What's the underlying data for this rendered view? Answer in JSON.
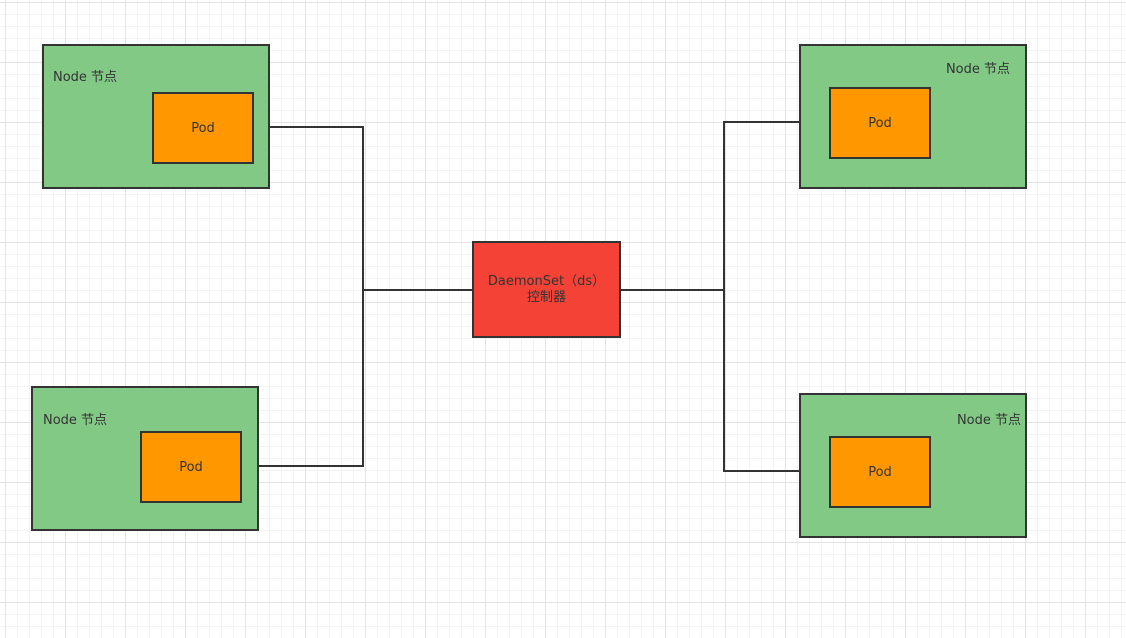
{
  "diagram": {
    "controller": {
      "line1": "DaemonSet（ds）",
      "line2": "控制器"
    },
    "nodes": [
      {
        "label": "Node 节点",
        "pod": "Pod"
      },
      {
        "label": "Node 节点",
        "pod": "Pod"
      },
      {
        "label": "Node 节点",
        "pod": "Pod"
      },
      {
        "label": "Node 节点",
        "pod": "Pod"
      }
    ],
    "colors": {
      "node_fill": "#82c986",
      "pod_fill": "#ff9800",
      "controller_fill": "#f44336",
      "stroke": "#333333"
    }
  }
}
